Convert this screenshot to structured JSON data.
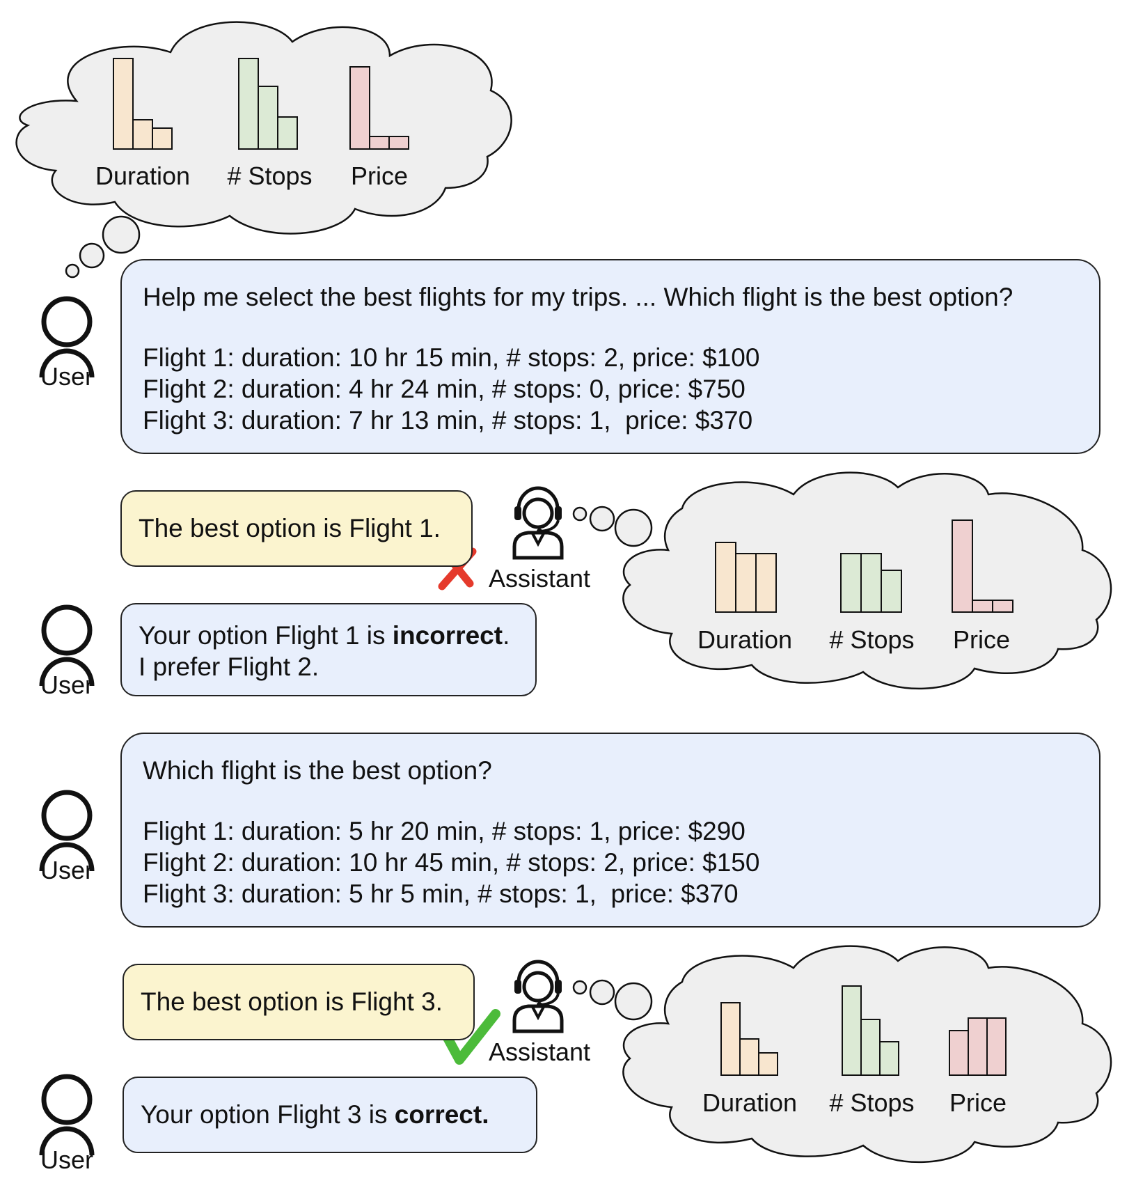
{
  "clouds": {
    "user": {
      "labels": [
        "Duration",
        "# Stops",
        "Price"
      ]
    },
    "assistant_1": {
      "labels": [
        "Duration",
        "# Stops",
        "Price"
      ]
    },
    "assistant_2": {
      "labels": [
        "Duration",
        "# Stops",
        "Price"
      ]
    }
  },
  "roles": {
    "user": "User",
    "assistant": "Assistant"
  },
  "turn1": {
    "question": "Help me select the best flights for my trips. ... Which flight is the best option?",
    "flights": [
      "Flight 1: duration: 10 hr 15 min, # stops: 2, price: $100",
      "Flight 2: duration: 4 hr 24 min, # stops: 0, price: $750",
      "Flight 3: duration: 7 hr 13 min, # stops: 1,  price: $370"
    ],
    "answer": "The best option is Flight 1.",
    "feedback_prefix": "Your option Flight 1 is ",
    "feedback_bold": "incorrect",
    "feedback_suffix": ".",
    "feedback_line2": "I prefer Flight 2."
  },
  "turn2": {
    "question": "Which flight is the best option?",
    "flights": [
      "Flight 1: duration: 5 hr 20 min, # stops: 1, price: $290",
      "Flight 2: duration: 10 hr 45 min, # stops: 2, price: $150",
      "Flight 3: duration: 5 hr 5 min, # stops: 1,  price: $370"
    ],
    "answer": "The best option is Flight 3.",
    "feedback_prefix": "Your option Flight 3 is ",
    "feedback_bold": "correct."
  },
  "colors": {
    "duration": "#f8e6cf",
    "stops": "#dcead5",
    "price": "#efd0d0",
    "cloud": "#efefef",
    "user_bubble": "#e8effc",
    "assistant_bubble": "#fbf4cf",
    "cross": "#e53a2c",
    "check": "#4cbb3a"
  },
  "icons": [
    "user-icon",
    "assistant-headset-icon",
    "cross-mark-icon",
    "check-mark-icon",
    "thought-cloud"
  ]
}
